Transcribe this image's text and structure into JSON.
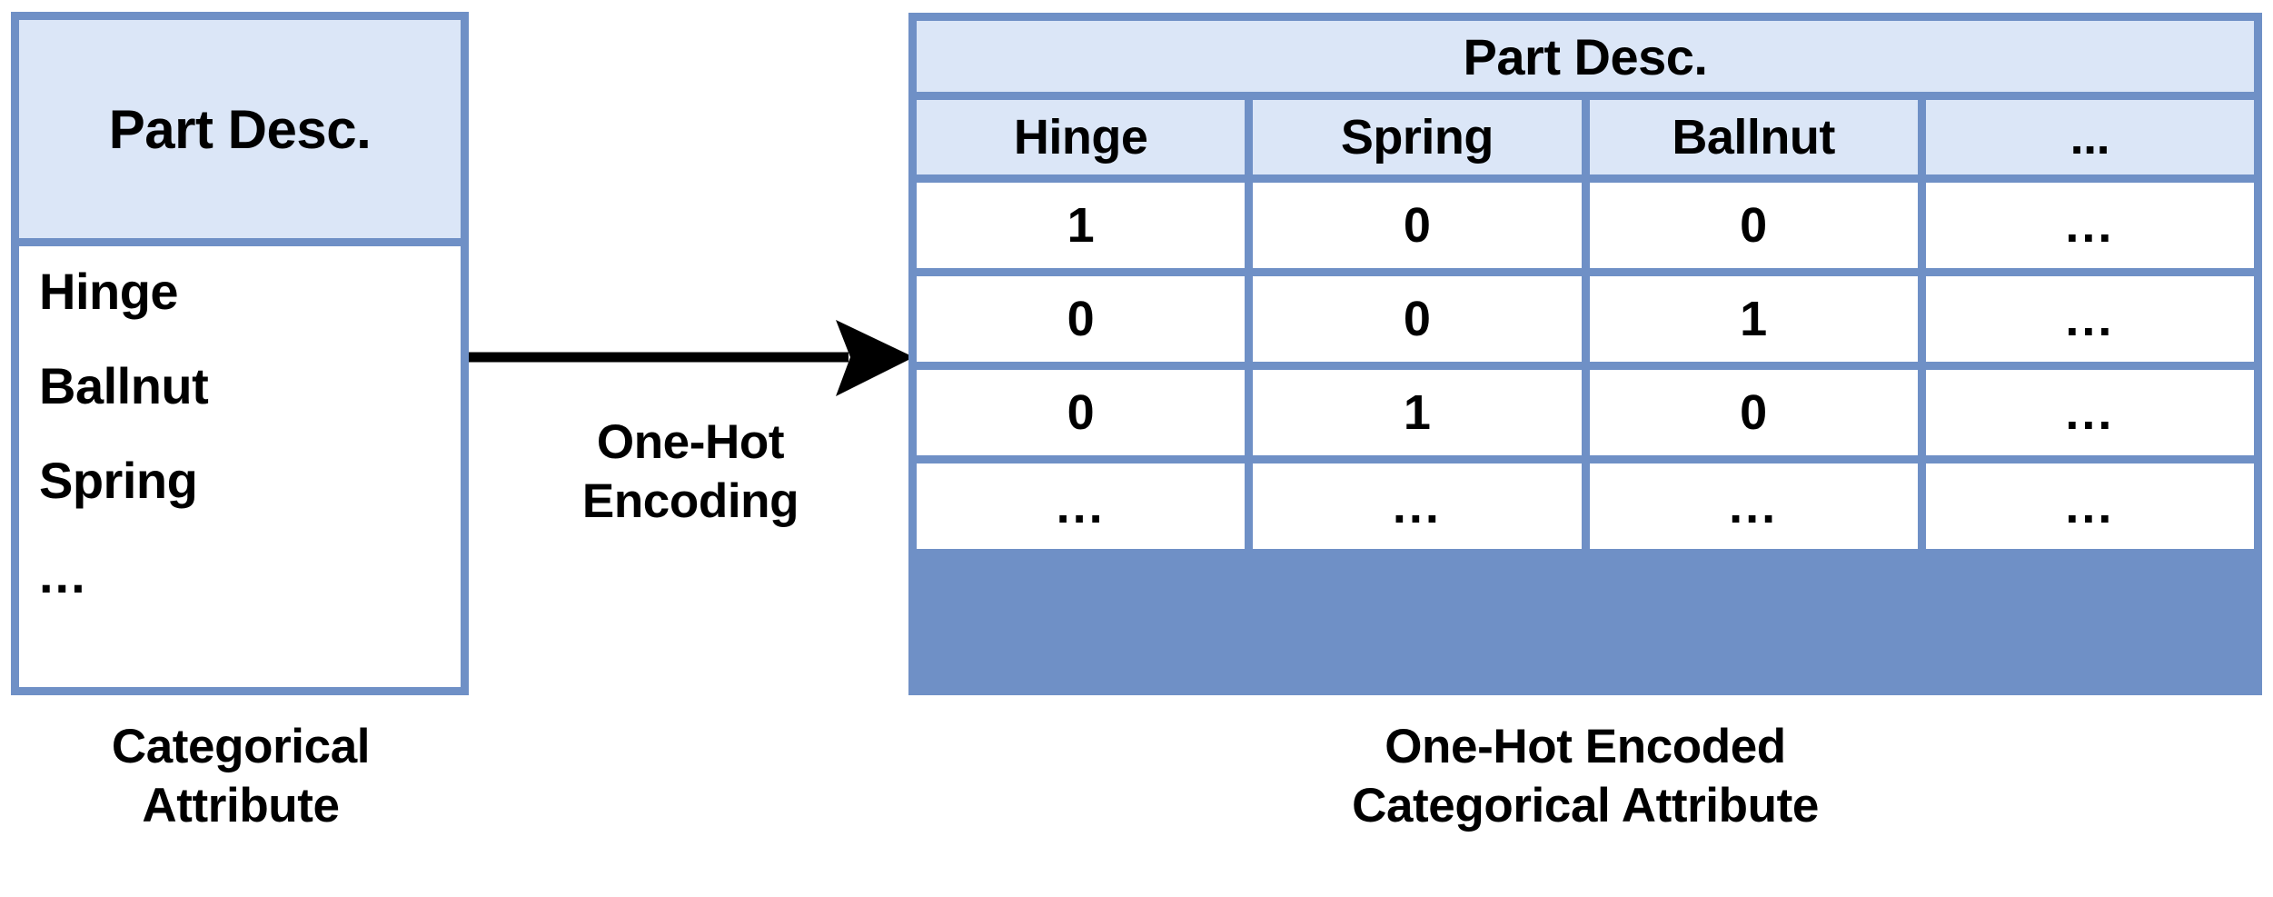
{
  "theme": {
    "border_color": "#6f90c6",
    "header_fill": "#dbe6f7",
    "cell_fill": "#ffffff",
    "text_color": "#000000",
    "arrow_color": "#000000",
    "background": "#ffffff"
  },
  "left_table": {
    "header": "Part Desc.",
    "values": [
      "Hinge",
      "Ballnut",
      "Spring",
      "..."
    ],
    "caption": "Categorical\nAttribute"
  },
  "transform": {
    "label": "One-Hot\nEncoding",
    "arrow_icon": "arrow-right-icon"
  },
  "right_table": {
    "supertitle": "Part Desc.",
    "columns": [
      "Hinge",
      "Spring",
      "Ballnut",
      "..."
    ],
    "rows": [
      [
        "1",
        "0",
        "0",
        "..."
      ],
      [
        "0",
        "0",
        "1",
        "..."
      ],
      [
        "0",
        "1",
        "0",
        "..."
      ],
      [
        "...",
        "...",
        "...",
        "..."
      ]
    ],
    "caption": "One-Hot Encoded\nCategorical Attribute"
  }
}
